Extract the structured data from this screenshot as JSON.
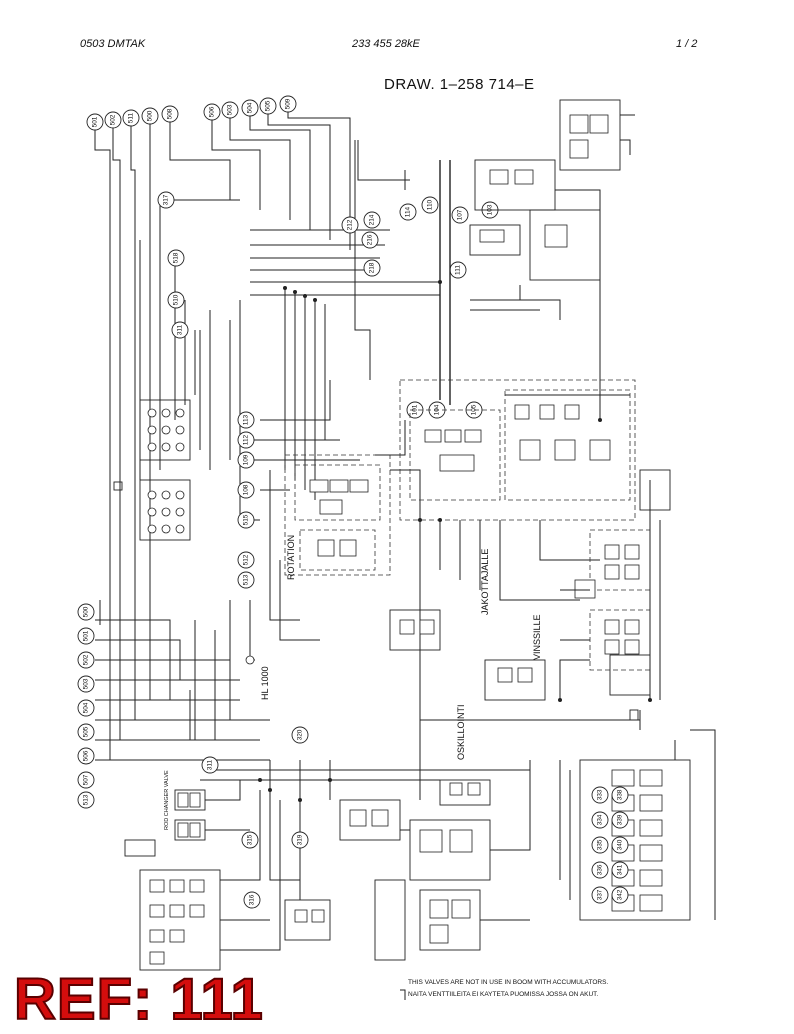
{
  "header": {
    "left": "0503   DMTAK",
    "middle": "233 455 28kE",
    "right": "1 /  2"
  },
  "title": "DRAW. 1–258 714–E",
  "ref_label": "REF: 111",
  "notes": {
    "valves_en": "THIS VALVES ARE NOT IN USE IN BOOM WITH ACCUMULATORS.",
    "valves_fi": "NAITA VENTTIILEITA EI KAYTETA PUOMISSA JOSSA ON AKUT."
  },
  "vertical_labels": {
    "rotation": "ROTATION",
    "hl1000": "HL 1000",
    "jarjottajalle": "JAKOTTAJALLE",
    "vinssille": "VINSSILLE",
    "oskillointi": "OSKILLOINTI",
    "rod_changer": "ROD CHANGER VALVE"
  },
  "bubbles": {
    "top_row": [
      "501",
      "502",
      "511",
      "500",
      "508",
      "506",
      "503",
      "504",
      "505",
      "509"
    ],
    "left_column": [
      "500",
      "501",
      "502",
      "503",
      "504",
      "505",
      "506",
      "507",
      "513"
    ],
    "middle": [
      "512",
      "513",
      "515",
      "317",
      "510",
      "518",
      "311",
      "212",
      "214",
      "216",
      "218",
      "114",
      "110",
      "111",
      "101",
      "104",
      "105",
      "103",
      "107",
      "108",
      "109",
      "112",
      "113"
    ],
    "lower": [
      "311",
      "315",
      "316",
      "319",
      "320",
      "333",
      "334",
      "335",
      "336",
      "337",
      "338",
      "339",
      "340",
      "341",
      "342"
    ]
  }
}
